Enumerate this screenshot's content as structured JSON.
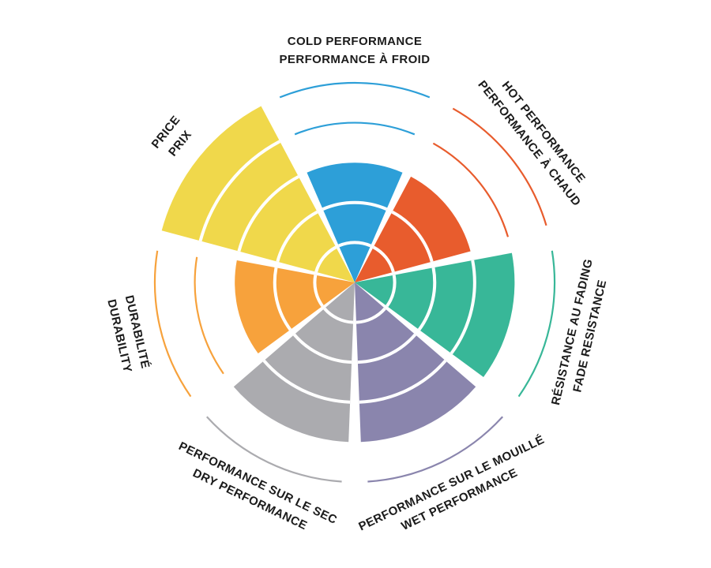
{
  "page": {
    "background": "#ffffff"
  },
  "chart_data": {
    "type": "polar-sector-rating",
    "title": "",
    "max_value": 5,
    "ring_count": 5,
    "direction": "clockwise",
    "start_sector": "top",
    "grid": "concentric-rings",
    "legend": "none",
    "categories": [
      {
        "id": "cold-performance",
        "lines": [
          "COLD PERFORMANCE",
          "PERFORMANCE À FROID"
        ],
        "value": 3,
        "color": "#2D9FD8"
      },
      {
        "id": "hot-performance",
        "lines": [
          "HOT PERFORMANCE",
          "PERFORMANCE À CHAUD"
        ],
        "value": 3,
        "color": "#E85C2D"
      },
      {
        "id": "fade-resistance",
        "lines": [
          "RÉSISTANCE AU FADING",
          "FADE RESISTANCE"
        ],
        "value": 4,
        "color": "#38B798"
      },
      {
        "id": "wet-performance",
        "lines": [
          "PERFORMANCE SUR LE MOUILLÉ",
          "WET PERFORMANCE"
        ],
        "value": 4,
        "color": "#8A85AD"
      },
      {
        "id": "dry-performance",
        "lines": [
          "PERFORMANCE SUR LE SEC",
          "DRY PERFORMANCE"
        ],
        "value": 4,
        "color": "#ABABAF"
      },
      {
        "id": "durability",
        "lines": [
          "DURABILITÉ",
          "DURABILITY"
        ],
        "value": 3,
        "color": "#F7A23C"
      },
      {
        "id": "price",
        "lines": [
          "PRICE",
          "PRIX"
        ],
        "value": 5,
        "color": "#F0D84B"
      }
    ]
  }
}
